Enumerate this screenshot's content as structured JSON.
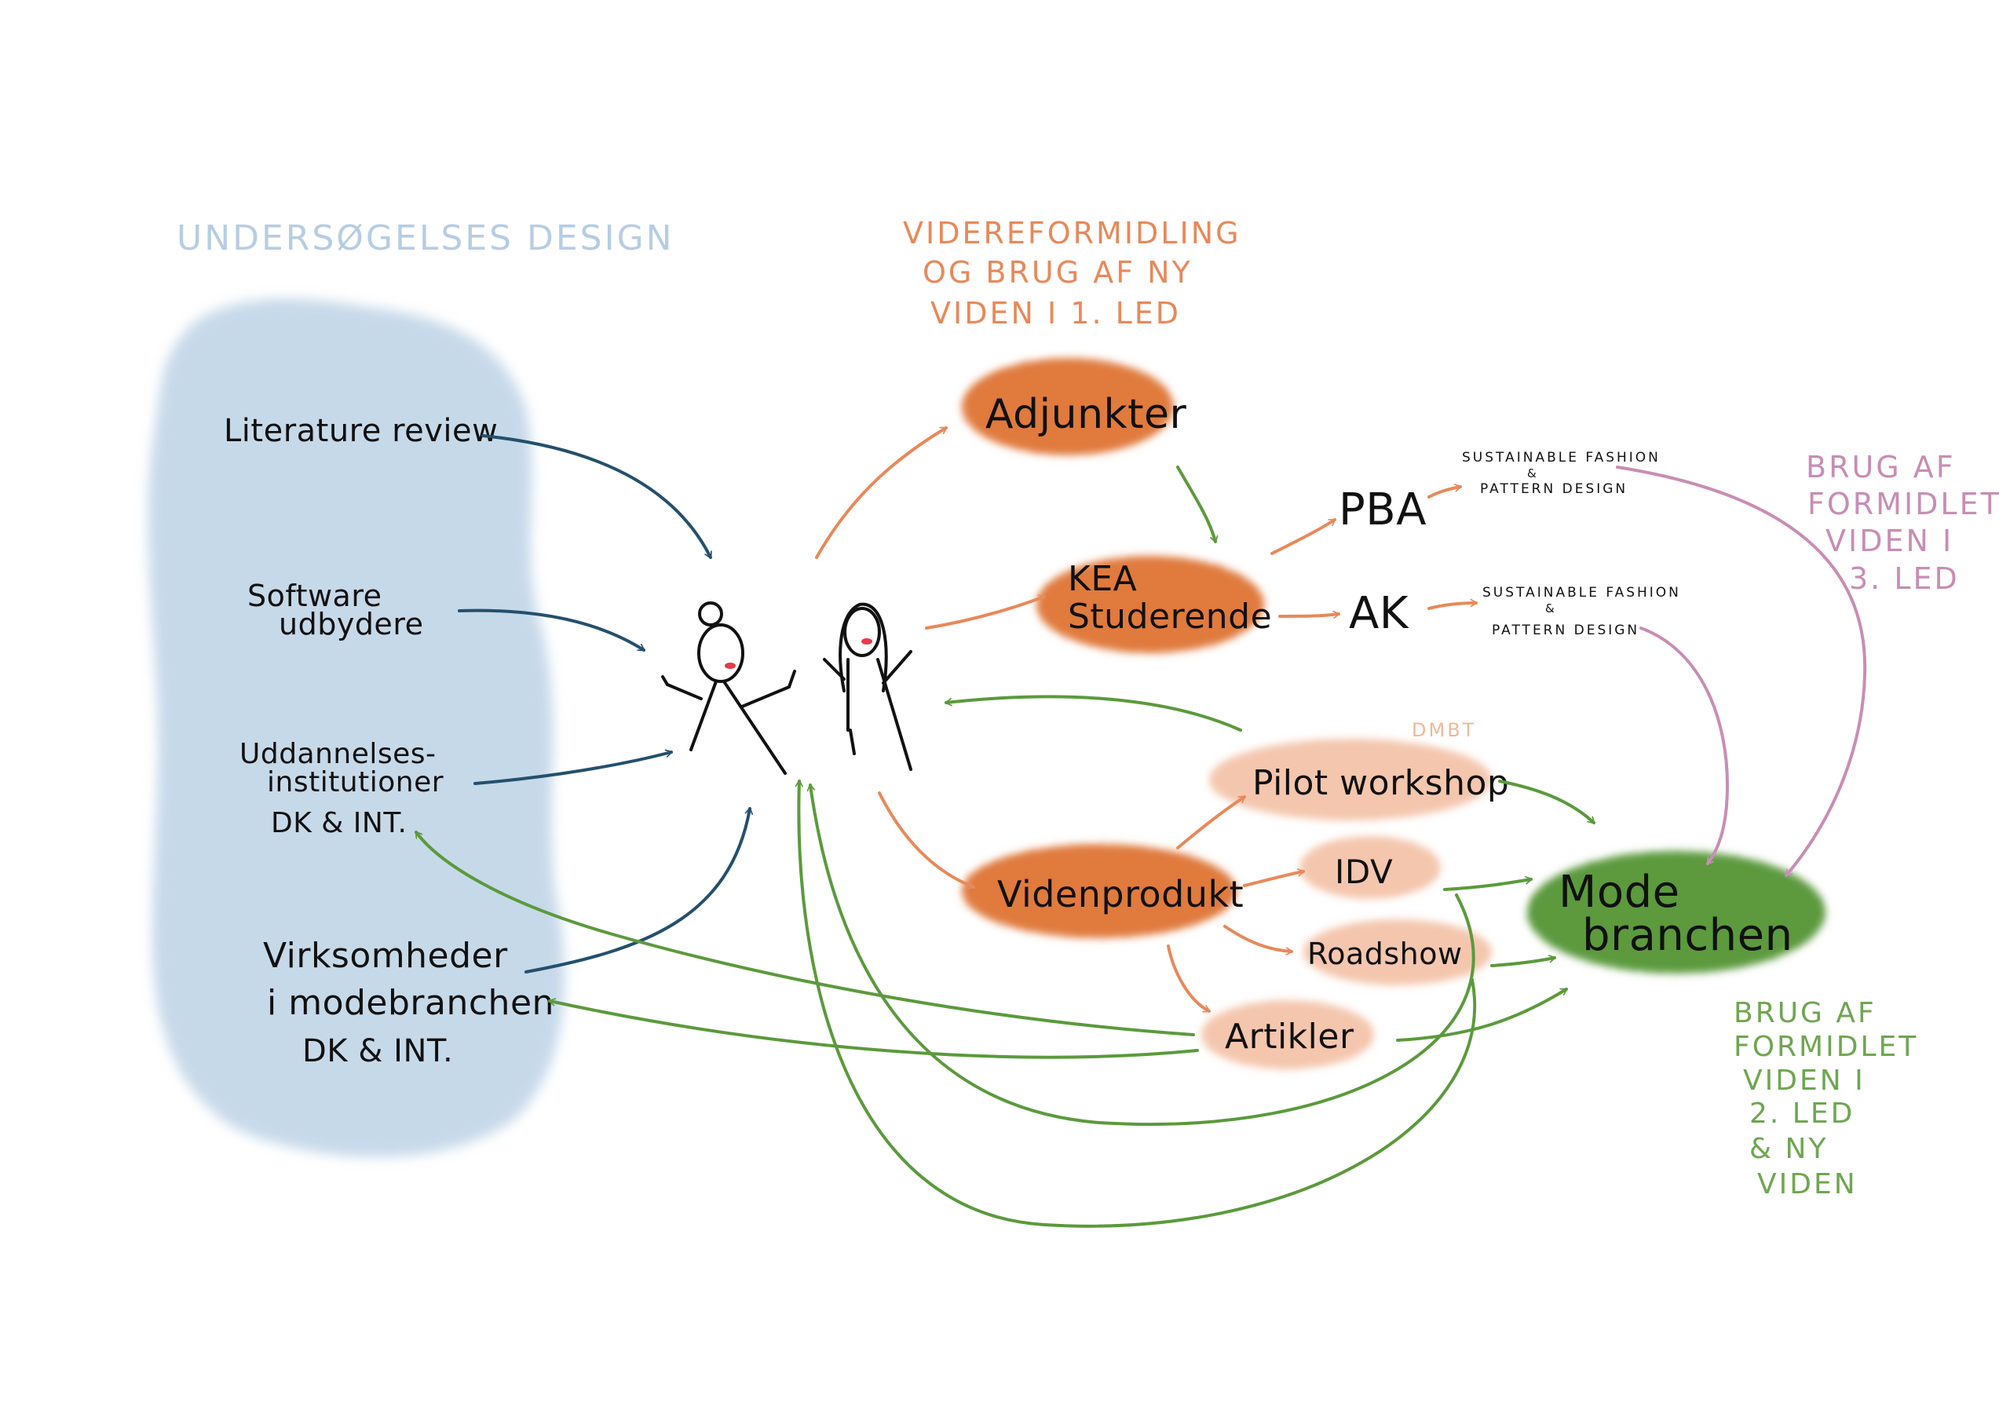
{
  "colors": {
    "blue_cloud": "#bdd3e6",
    "blue_heading": "#b6cde3",
    "orange_strong": "#e07a3e",
    "orange_light": "#f4c6ad",
    "orange_text": "#e8895a",
    "green": "#5b9a3c",
    "green_text": "#6fa651",
    "pink": "#c98db4",
    "navy": "#24506e",
    "ink": "#111111"
  },
  "sections": {
    "research_design": "UNDERSØGELSES DESIGN",
    "dissemination": [
      "VIDEREFORMIDLING",
      "OG BRUG AF NY",
      "VIDEN I 1. LED"
    ],
    "use_3rd": [
      "BRUG AF",
      "FORMIDLET",
      "VIDEN I",
      "3. LED"
    ],
    "use_2nd": [
      "BRUG AF",
      "FORMIDLET",
      "VIDEN I",
      "2. LED",
      "& NY",
      "VIDEN"
    ]
  },
  "sources": {
    "literature": [
      "Literature review"
    ],
    "software": [
      "Software",
      "udbydere"
    ],
    "education": [
      "Uddannelses-",
      "institutioner",
      "DK & INT."
    ],
    "companies": [
      "Virksomheder",
      "i modebranchen",
      "DK & INT."
    ]
  },
  "nodes": {
    "adjunkter": "Adjunkter",
    "kea": [
      "KEA",
      "Studerende"
    ],
    "pba": "PBA",
    "ak": "AK",
    "sfpd_pba": [
      "SUSTAINABLE FASHION",
      "&",
      "PATTERN DESIGN"
    ],
    "sfpd_ak": [
      "SUSTAINABLE FASHION",
      "&",
      "PATTERN DESIGN"
    ],
    "dmbt": "DMBT",
    "pilot": "Pilot workshop",
    "videnprodukt": "Videnprodukt",
    "idv": "IDV",
    "roadshow": "Roadshow",
    "artikler": "Artikler",
    "mode": [
      "Mode",
      "branchen"
    ]
  }
}
